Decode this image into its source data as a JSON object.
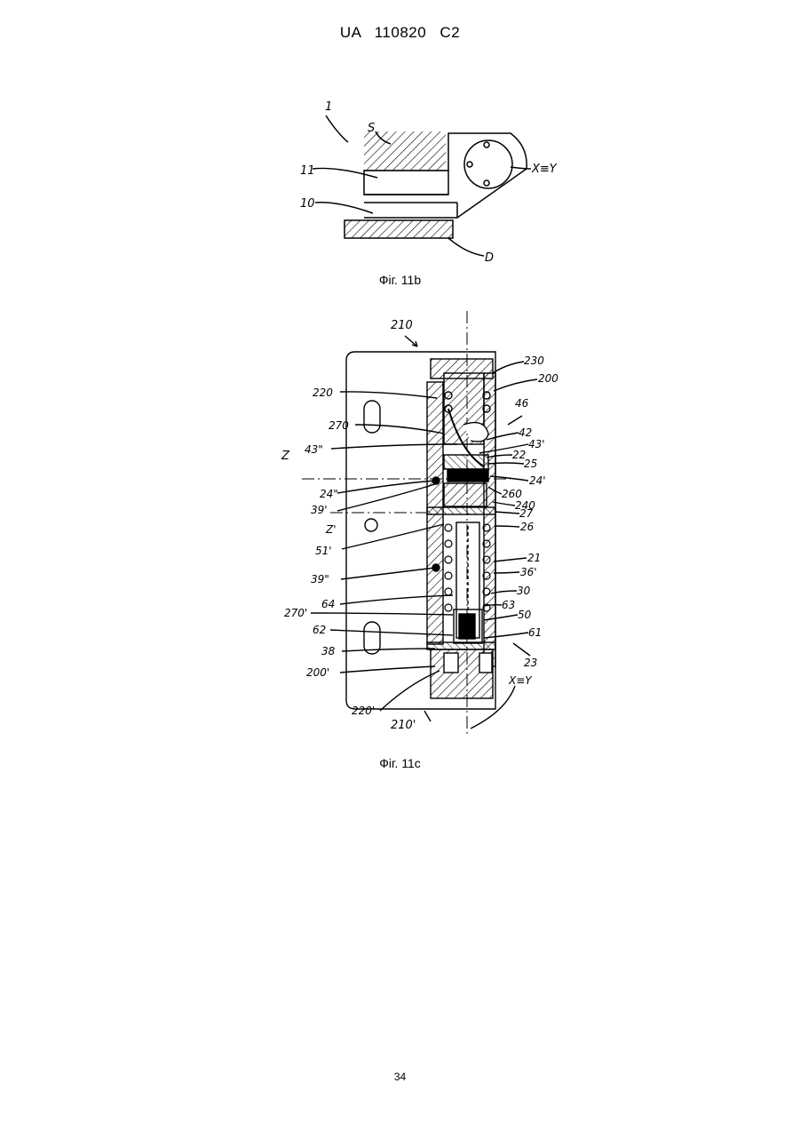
{
  "header": {
    "text": "UA  110820  C2"
  },
  "figures": [
    {
      "caption": "Фіг. 11b",
      "labels": {
        "l1": "1",
        "lS": "S",
        "l11": "11",
        "l10": "10",
        "lXY": "X≡Y",
        "lD": "D"
      }
    },
    {
      "caption": "Фіг. 11c",
      "labels": {
        "l210": "210",
        "l230": "230",
        "l200": "200",
        "l220": "220",
        "l46": "46",
        "l270": "270",
        "l42": "42",
        "l43pp": "43\"",
        "l43p": "43'",
        "l22": "22",
        "l25": "25",
        "lZ": "Z",
        "l24p": "24'",
        "l24pp": "24\"",
        "l260": "260",
        "l39p": "39'",
        "l240": "240",
        "l27": "27",
        "lZp": "Z'",
        "l26": "26",
        "l51p": "51'",
        "l21": "21",
        "l36p": "36'",
        "l39pp": "39\"",
        "l30": "30",
        "l64": "64",
        "l63": "63",
        "l270p": "270'",
        "l50": "50",
        "l62": "62",
        "l61": "61",
        "l38": "38",
        "l23": "23",
        "l200p": "200'",
        "lXY": "X≡Y",
        "l220p": "220'",
        "l210p": "210'"
      }
    }
  ],
  "page_number": "34"
}
